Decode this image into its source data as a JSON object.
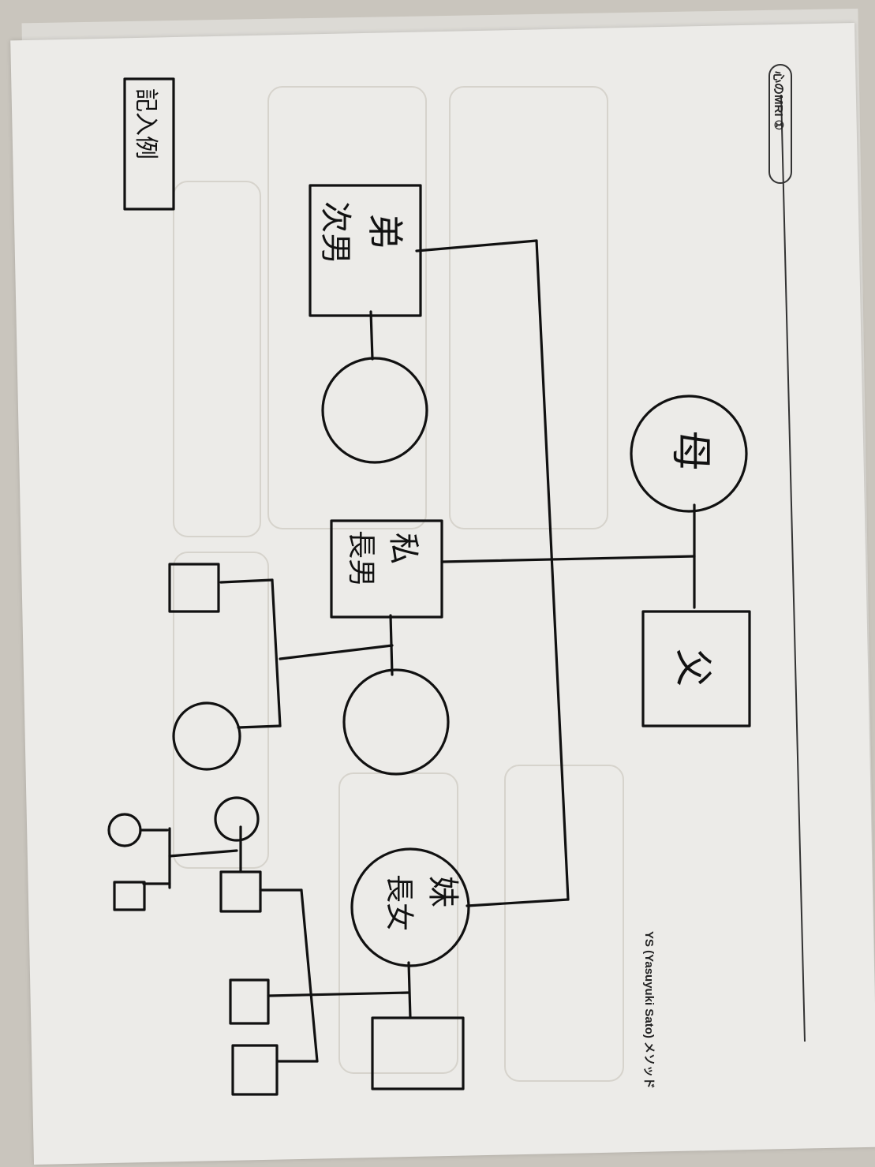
{
  "header": {
    "sheet_title": "心のMRI ①",
    "example_label": "記入例"
  },
  "members": {
    "mother": "母",
    "father": "父",
    "self_line1": "私",
    "self_line2": "長男",
    "brother_line1": "弟",
    "brother_line2": "次男",
    "sister_line1": "妹",
    "sister_line2": "長女"
  },
  "footer": {
    "credit": "YS (Yasuyuki Sato) メソッド"
  },
  "colors": {
    "ink": "#111111",
    "paper": "#ecebe8"
  }
}
